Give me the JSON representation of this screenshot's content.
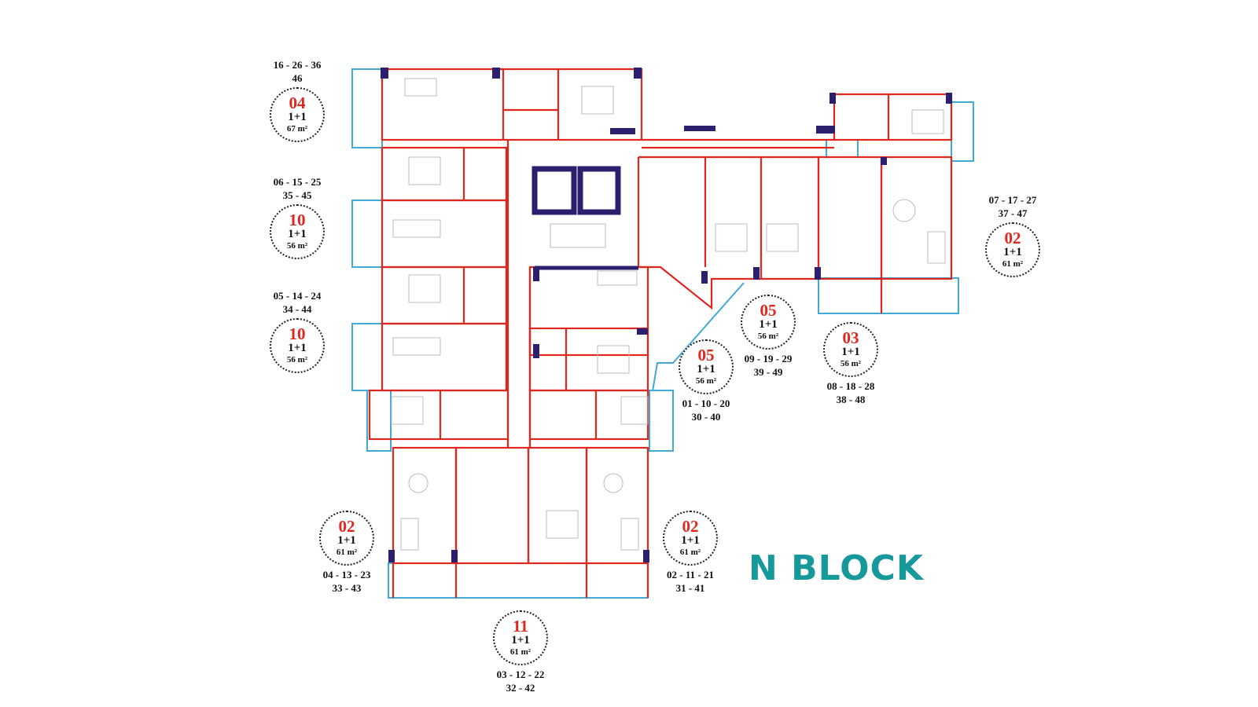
{
  "block_title": "N BLOCK",
  "colors": {
    "wall": "#e0261d",
    "balcony": "#41a9d6",
    "column": "#2b1f6e",
    "code": "#e0261d",
    "title": "#17999b"
  },
  "units": [
    {
      "id": "u04",
      "code": "04",
      "type": "1+1",
      "area": "67 m²",
      "nums_top": [
        "16 - 26 - 36",
        "46"
      ],
      "nums_bottom": []
    },
    {
      "id": "u10a",
      "code": "10",
      "type": "1+1",
      "area": "56 m²",
      "nums_top": [
        "06 - 15 - 25",
        "35 - 45"
      ],
      "nums_bottom": []
    },
    {
      "id": "u10b",
      "code": "10",
      "type": "1+1",
      "area": "56 m²",
      "nums_top": [
        "05 - 14 - 24",
        "34 - 44"
      ],
      "nums_bottom": []
    },
    {
      "id": "u02r",
      "code": "02",
      "type": "1+1",
      "area": "61 m²",
      "nums_top": [
        "07 - 17 - 27",
        "37 - 47"
      ],
      "nums_bottom": []
    },
    {
      "id": "u05a",
      "code": "05",
      "type": "1+1",
      "area": "56 m²",
      "nums_top": [],
      "nums_bottom": [
        "09 - 19 - 29",
        "39 - 49"
      ]
    },
    {
      "id": "u03",
      "code": "03",
      "type": "1+1",
      "area": "56 m²",
      "nums_top": [],
      "nums_bottom": [
        "08 - 18 - 28",
        "38 - 48"
      ]
    },
    {
      "id": "u05b",
      "code": "05",
      "type": "1+1",
      "area": "56 m²",
      "nums_top": [],
      "nums_bottom": [
        "01 - 10 - 20",
        "30 - 40"
      ]
    },
    {
      "id": "u02l",
      "code": "02",
      "type": "1+1",
      "area": "61 m²",
      "nums_top": [],
      "nums_bottom": [
        "04 - 13 - 23",
        "33 - 43"
      ]
    },
    {
      "id": "u02m",
      "code": "02",
      "type": "1+1",
      "area": "61 m²",
      "nums_top": [],
      "nums_bottom": [
        "02 - 11 - 21",
        "31 - 41"
      ]
    },
    {
      "id": "u11",
      "code": "11",
      "type": "1+1",
      "area": "61 m²",
      "nums_top": [],
      "nums_bottom": [
        "03 - 12 - 22",
        "32 - 42"
      ]
    }
  ]
}
